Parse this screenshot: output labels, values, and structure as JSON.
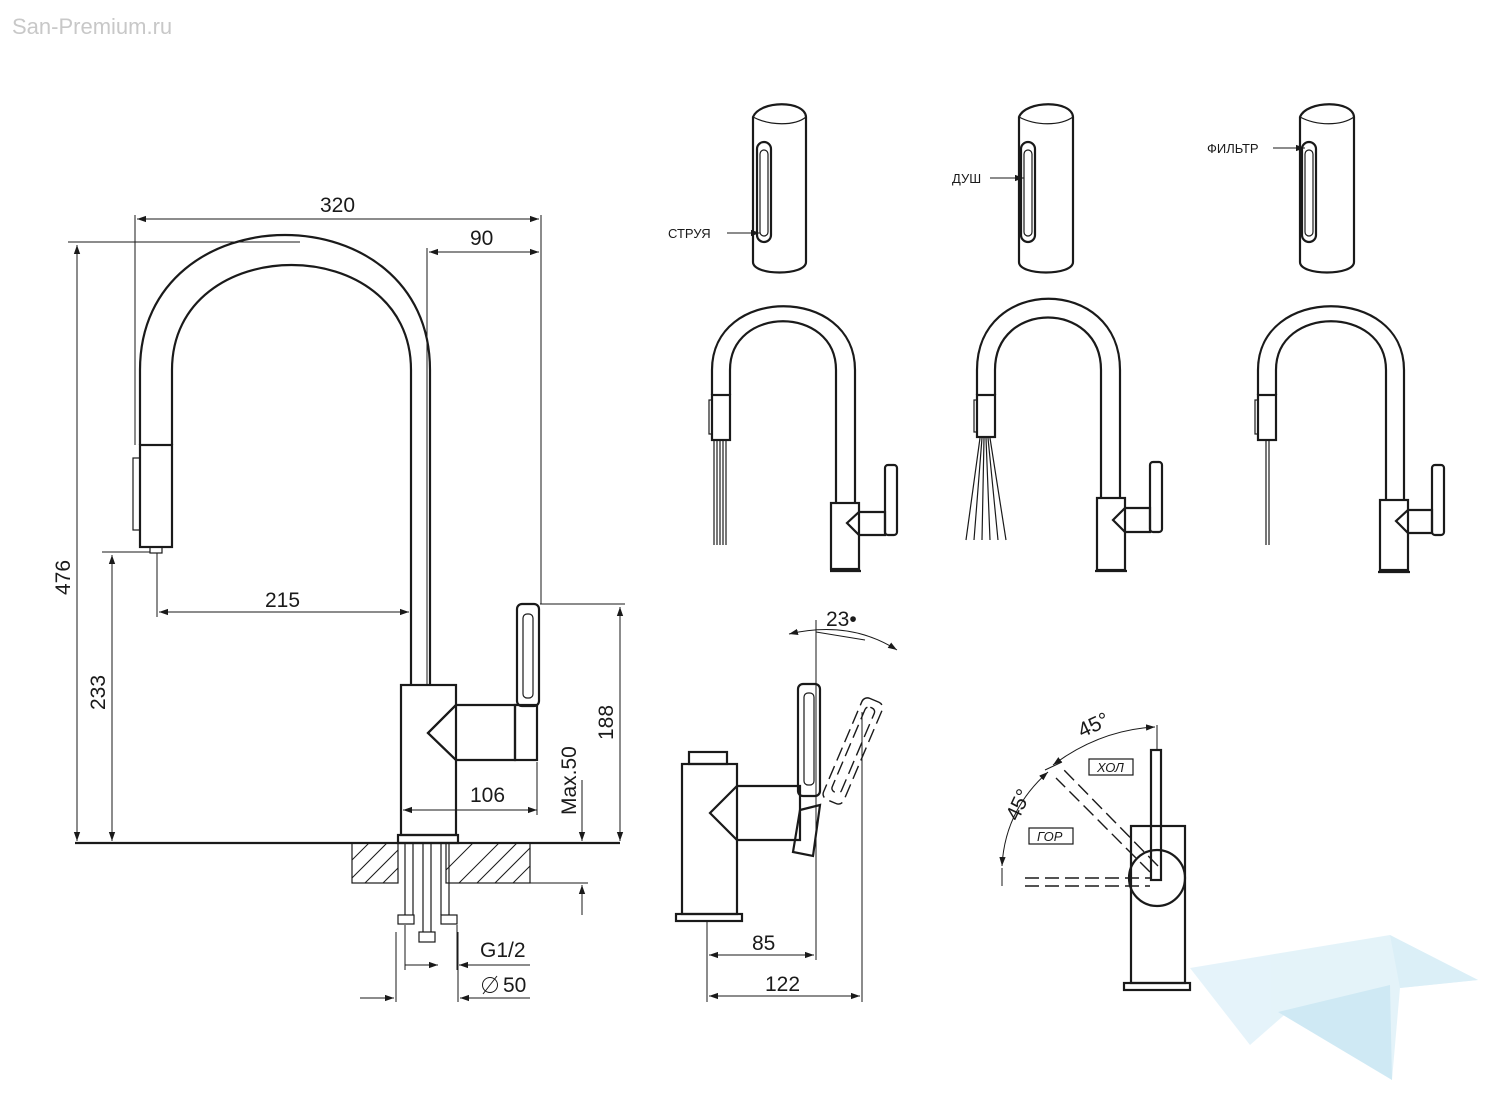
{
  "watermark": "San-Premium.ru",
  "dimensions": {
    "width_total": "320",
    "spout_offset": "90",
    "height_total": "476",
    "outlet_height": "233",
    "reach": "215",
    "handle_height": "188",
    "body_depth": "106",
    "max_thickness": "Max.50",
    "thread": "G1/2",
    "hole_diameter": "50",
    "side_depth": "85",
    "side_total": "122",
    "lever_angle": "23•",
    "rot_angle_top": "45°",
    "rot_angle_left": "45°"
  },
  "modes": {
    "jet": "СТРУЯ",
    "shower": "ДУШ",
    "filter": "ФИЛЬТР"
  },
  "temperature": {
    "cold": "ХОЛ",
    "hot": "ГОР"
  },
  "colors": {
    "line": "#1a1a1a",
    "watermark_logo": "#a8d8ec"
  }
}
